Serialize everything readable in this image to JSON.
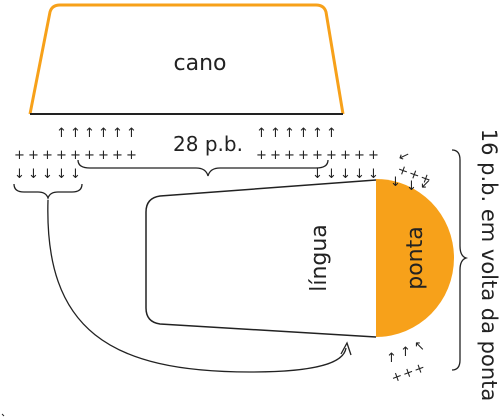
{
  "labels": {
    "cano": "cano",
    "stitches_28": "28 p.b.",
    "lingua": "língua",
    "ponta": "ponta",
    "around_tip": "16 p.b. em volta da ponta"
  },
  "colors": {
    "accent": "#F7A11A",
    "line": "#222222"
  }
}
